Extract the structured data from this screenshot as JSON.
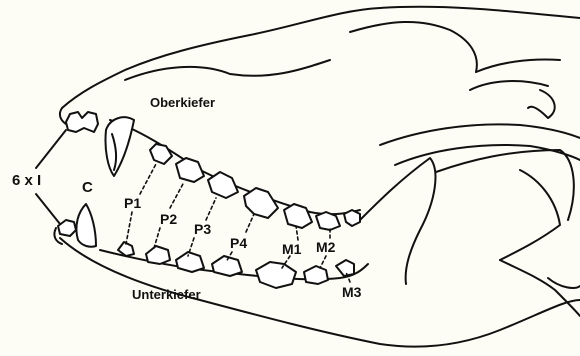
{
  "labels": {
    "upper_jaw": "Oberkiefer",
    "lower_jaw": "Unterkiefer",
    "incisors": "6 x I",
    "canine": "C",
    "premolars": [
      "P1",
      "P2",
      "P3",
      "P4"
    ],
    "molars": [
      "M1",
      "M2",
      "M3"
    ]
  },
  "colors": {
    "background": "#fdfdf5",
    "line": "#111111",
    "tooth_fill": "#ffffff"
  }
}
